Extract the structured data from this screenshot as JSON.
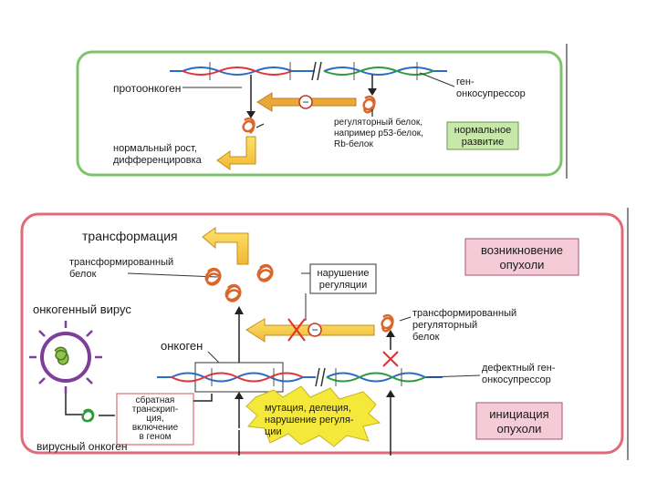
{
  "colors": {
    "top_panel_border": "#7cc36c",
    "bottom_panel_border": "#e06a78",
    "dna_blue": "#2b6cc4",
    "dna_red": "#e0353b",
    "dna_green": "#2e9a3a",
    "arrow_yellow": "#f7d23a",
    "arrow_orange": "#e9a83a",
    "protein": "#d9662a",
    "label_box_green": "#c7e8a8",
    "label_box_pink": "#f6cbd8",
    "virus_purple": "#7d3f98",
    "virus_green": "#8fc24a",
    "burst_yellow": "#f4e93b",
    "cross_red": "#e03030"
  },
  "top_panel": {
    "gene_tumor_suppressor": [
      "ген-",
      "онкосупрессор"
    ],
    "protooncogene": "протоонкоген",
    "regulatory_protein": [
      "регуляторный белок,",
      "например р53-белок,",
      "Rb-белок"
    ],
    "normal_growth": [
      "нормальный рост,",
      "дифференцировка"
    ],
    "normal_development": [
      "нормальное",
      "развитие"
    ],
    "minus_sign": "−"
  },
  "bottom_panel": {
    "transformation": "трансформация",
    "transformed_protein": [
      "трансформированный",
      "белок"
    ],
    "regulation_disorder": [
      "нарушение",
      "регуляции"
    ],
    "tumor_origin": [
      "возникновение",
      "опухоли"
    ],
    "oncogenic_virus": "онкогенный вирус",
    "transformed_regulatory_protein": [
      "трансформированный",
      "регуляторный",
      "белок"
    ],
    "oncogene": "онкоген",
    "defective_suppressor": [
      "дефектный ген-",
      "онкосупрессор"
    ],
    "reverse_transcription": [
      "сбратная",
      "транскрип-",
      "ция,",
      "включение",
      "в геном"
    ],
    "mutation_burst": [
      "мутация, делеция,",
      "нарушение регуля-",
      "ции"
    ],
    "tumor_initiation": [
      "инициация",
      "опухоли"
    ],
    "viral_oncogene": "вирусный онкоген",
    "minus_sign": "−"
  }
}
